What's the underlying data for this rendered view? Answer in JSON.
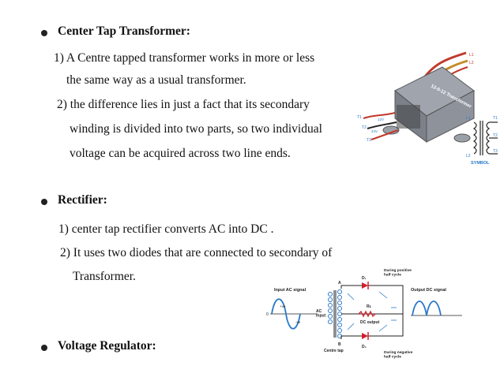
{
  "section1": {
    "heading": "Center Tap Transformer:",
    "lines": [
      "1) A Centre tapped transformer works in more or less",
      "the same way as a usual transformer.",
      "2) the difference lies in just a fact that its secondary",
      "winding is divided into two parts, so two individual",
      "voltage can be acquired across two line ends."
    ]
  },
  "section2": {
    "heading": "Rectifier:",
    "lines": [
      "1) center tap rectifier converts AC into DC .",
      "2) It uses two diodes that are connected to secondary of",
      "Transformer."
    ]
  },
  "section3": {
    "heading": "Voltage Regulator:"
  },
  "transformer_figure": {
    "title": "12-0-12 Transformer",
    "terminals": [
      "T1",
      "T2",
      "T3"
    ],
    "leads": [
      "L1",
      "L2"
    ],
    "voltages": [
      "12V",
      "24V"
    ],
    "symbol_caption": "SYMBOL",
    "symbol_labels": [
      "L1",
      "L2",
      "T1",
      "T2",
      "T3"
    ]
  },
  "rectifier_figure": {
    "input_label": "Input AC signal",
    "output_label": "Output DC signal",
    "ac_input_label": "AC\ninput",
    "plus_ve": "+ve",
    "minus_ve": "-ve",
    "zero": "0",
    "node_a": "A",
    "node_b": "B",
    "d1": "D₁",
    "d2": "D₂",
    "rl": "Rʟ",
    "dc_output": "DC output",
    "pos_cycle": "During positive\nhalf cycle",
    "neg_cycle": "During negative\nhalf cycle",
    "centre_tap": "Centre tap",
    "colors": {
      "accent": "#2a78c8",
      "diode": "#d0202a",
      "transformer_body": "#8a8f99",
      "wire": "#c0392b"
    }
  }
}
